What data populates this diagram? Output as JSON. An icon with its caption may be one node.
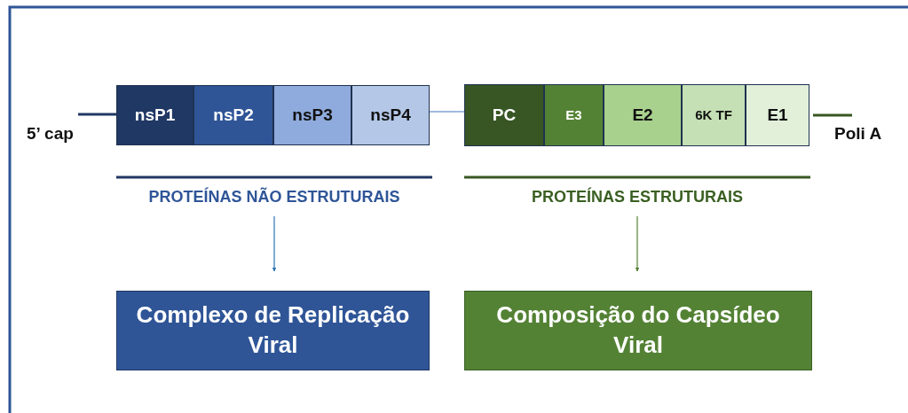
{
  "diagram": {
    "nodes": [
      {
        "text": [
          "nsP1"
        ]
      },
      {
        "text": [
          "nsP2"
        ]
      },
      {
        "text": [
          "nsP3"
        ]
      },
      {
        "text": [
          "nsP4"
        ]
      },
      {
        "text": [
          "PC"
        ]
      },
      {
        "text": [
          "E3"
        ]
      },
      {
        "text": [
          "E2"
        ]
      },
      {
        "text": [
          "6K TF"
        ]
      },
      {
        "text": [
          "E1"
        ]
      },
      {
        "text": [
          "PROTEÍNAS NÃO ESTRUTURAIS"
        ]
      },
      {
        "text": [
          "PROTEÍNAS ESTRUTURAIS"
        ]
      },
      {
        "text": [
          "Complexo de Replicação Viral"
        ]
      },
      {
        "text": [
          "Composição do Capsídeo Viral"
        ]
      }
    ],
    "edges": [
      {
        "from": 3,
        "to": 4,
        "arrow": "none",
        "color": "#4472c4"
      },
      {
        "from": 9,
        "to": 11,
        "arrow": "to",
        "color": "#2e75b6"
      },
      {
        "from": 10,
        "to": 12,
        "arrow": "to",
        "color": "#548235"
      }
    ],
    "labels": [
      "5’ cap",
      "Poli A"
    ]
  }
}
